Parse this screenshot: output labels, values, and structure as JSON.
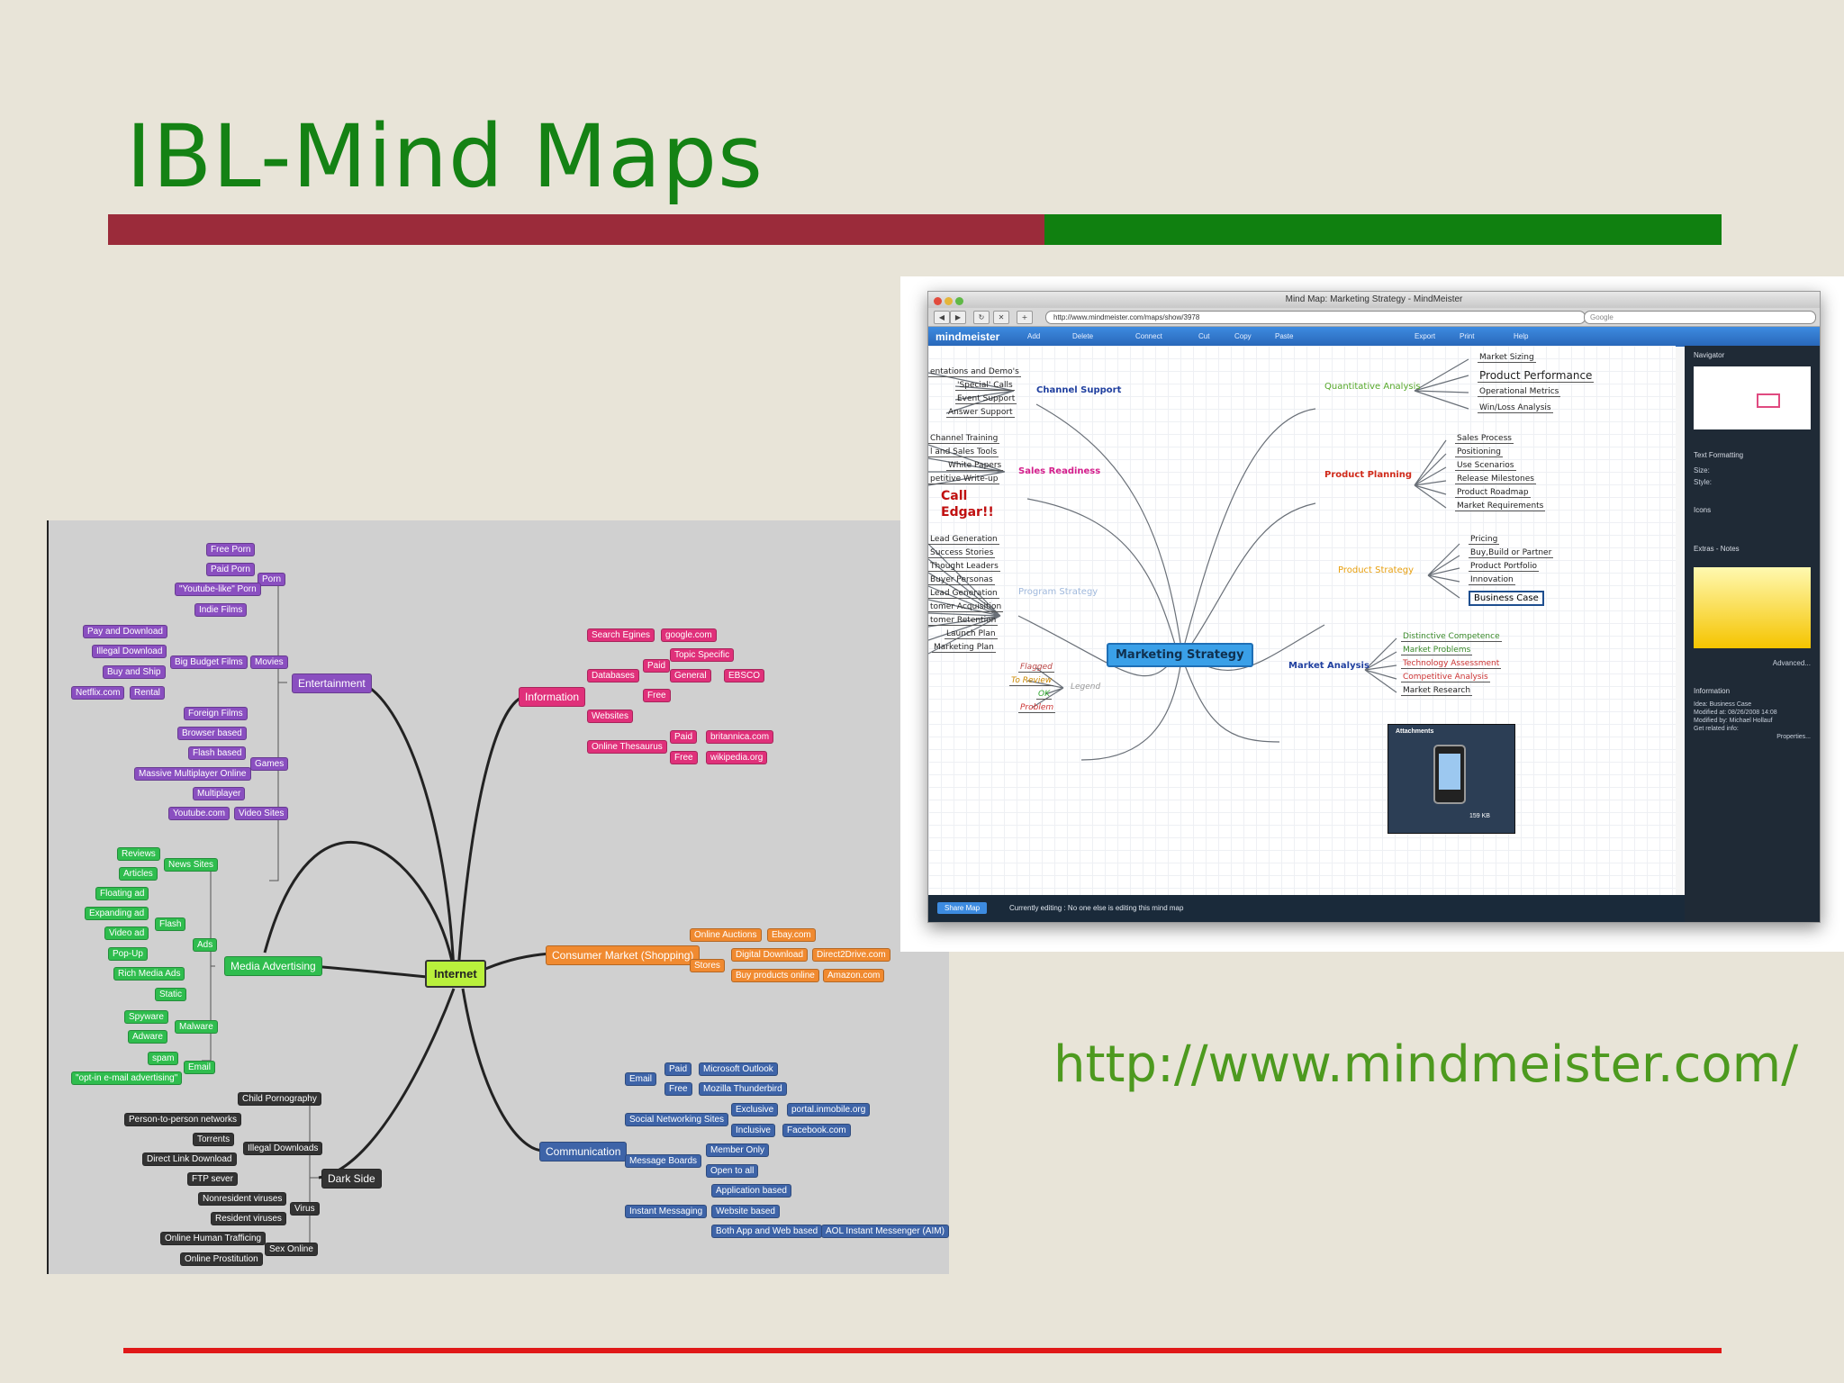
{
  "slide": {
    "title": "IBL-Mind Maps",
    "url": "http://www.mindmeister.com/"
  },
  "left_map": {
    "root": "Internet",
    "purple": [
      "Entertainment",
      "Porn",
      "Free Porn",
      "Paid Porn",
      "\"Youtube-like\" Porn",
      "Indie Films",
      "Movies",
      "Pay and Download",
      "Illegal Download",
      "Big Budget Films",
      "Buy and Ship",
      "Netflix.com",
      "Rental",
      "Foreign Films",
      "Browser based",
      "Flash based",
      "Games",
      "Massive Multiplayer Online",
      "Multiplayer",
      "Youtube.com",
      "Video Sites"
    ],
    "pink": [
      "Information",
      "Search Egines",
      "google.com",
      "Databases",
      "Paid",
      "Topic Specific",
      "General",
      "EBSCO",
      "Free",
      "Websites",
      "Online Thesaurus",
      "Paid",
      "britannica.com",
      "Free",
      "wikipedia.org"
    ],
    "green": [
      "Media Advertising",
      "News Sites",
      "Reviews",
      "Articles",
      "Ads",
      "Flash",
      "Floating ad",
      "Expanding ad",
      "Video ad",
      "Pop-Up",
      "Rich Media Ads",
      "Static",
      "Malware",
      "Spyware",
      "Adware",
      "Email",
      "spam",
      "\"opt-in e-mail advertising\""
    ],
    "orange": [
      "Consumer Market (Shopping)",
      "Online Auctions",
      "Ebay.com",
      "Stores",
      "Digital Download",
      "Direct2Drive.com",
      "Buy products online",
      "Amazon.com"
    ],
    "blue": [
      "Communication",
      "Email",
      "Paid",
      "Microsoft Outlook",
      "Free",
      "Mozilla Thunderbird",
      "Social Networking Sites",
      "Exclusive",
      "portal.inmobile.org",
      "Inclusive",
      "Facebook.com",
      "Message Boards",
      "Member Only",
      "Open to all",
      "Instant Messaging",
      "Application based",
      "Website based",
      "Both App and Web based",
      "AOL Instant Messenger (AIM)"
    ],
    "dark": [
      "Dark Side",
      "Child Pornography",
      "Illegal Downloads",
      "Person-to-person networks",
      "Torrents",
      "Direct Link Download",
      "FTP sever",
      "Virus",
      "Nonresident viruses",
      "Resident viruses",
      "Sex Online",
      "Online Human Trafficing",
      "Online Prostitution"
    ]
  },
  "mindmeister": {
    "window_title": "Mind Map: Marketing Strategy - MindMeister",
    "address": "http://www.mindmeister.com/maps/show/3978",
    "search_placeholder": "Google",
    "logo": "mindmeister",
    "toolbar": [
      "Add",
      "Delete",
      "Connect",
      "Cut",
      "Copy",
      "Paste",
      "Export",
      "Print",
      "Help"
    ],
    "central": "Marketing Strategy",
    "branches": {
      "channel_support": "Channel Support",
      "channel_items": [
        "entations and Demo's",
        "'Special' Calls",
        "Event Support",
        "Answer Support"
      ],
      "sales_readiness": "Sales Readiness",
      "sales_items": [
        "Channel Training",
        "l and Sales Tools",
        "White Papers",
        "petitive Write-up"
      ],
      "call": "Call Edgar!!",
      "program_strategy": "Program Strategy",
      "program_items": [
        "Lead Generation",
        "Success Stories",
        "Thought Leaders",
        "Buyer Personas",
        "Lead Generation",
        "tomer Acquisition",
        "tomer Retention",
        "Launch Plan",
        "Marketing Plan"
      ],
      "legend": "Legend",
      "legend_items": [
        "Flagged",
        "To Review",
        "OK",
        "Problem"
      ],
      "quantitative": "Quantitative Analysis",
      "quant_items": [
        "Market Sizing",
        "Product Performance",
        "Operational Metrics",
        "Win/Loss Analysis"
      ],
      "product_planning": "Product Planning",
      "planning_items": [
        "Sales Process",
        "Positioning",
        "Use Scenarios",
        "Release Milestones",
        "Product Roadmap",
        "Market Requirements"
      ],
      "product_strategy": "Product Strategy",
      "strategy_items": [
        "Pricing",
        "Buy,Build or Partner",
        "Product Portfolio",
        "Innovation",
        "Business Case"
      ],
      "market_analysis": "Market Analysis",
      "market_items": [
        "Distinctive Competence",
        "Market Problems",
        "Technology Assessment",
        "Competitive Analysis",
        "Market Research"
      ]
    },
    "attachments_title": "Attachments",
    "attachment_file": "159 KB",
    "sidebar": {
      "navigator": "Navigator",
      "text_formatting": "Text Formatting",
      "size_label": "Size:",
      "style_label": "Style:",
      "icons": "Icons",
      "extras": "Extras - Notes",
      "advanced": "Advanced...",
      "information": "Information",
      "idea": "Idea: Business Case",
      "modified_at": "Modified at: 08/26/2008 14:08",
      "modified_by": "Modified by: Michael Hollauf",
      "related": "Get related info:",
      "properties": "Properties..."
    },
    "status": {
      "share_button": "Share Map",
      "editing": "Currently editing : No one else is editing this mind map"
    }
  }
}
